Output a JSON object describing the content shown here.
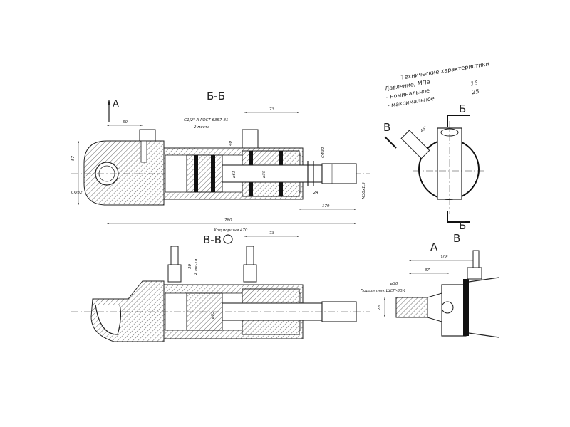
{
  "specs": {
    "title": "Технические характеристики",
    "pressure_label": "Давление, МПа",
    "nominal_label": "- номинальное",
    "nominal_value": "16",
    "max_label": "- максимальное",
    "max_value": "25"
  },
  "section_bb": {
    "title": "Б-Б",
    "view_a_marker": "A",
    "port_note_1": "G1/2\"-A ГОСТ 6357-81",
    "port_note_2": "2 места",
    "dim_60": "60",
    "dim_73": "73",
    "dim_57": "57",
    "dim_40_port": "40",
    "dim_d40_ring": "СФ32",
    "dim_d63": "ø63",
    "dim_d35": "ø35",
    "dim_d32": "СФ32",
    "dim_m30": "М30х1,5",
    "dim_24": "24",
    "dim_179": "179",
    "dim_780": "780"
  },
  "section_vv": {
    "title": "В-В",
    "stroke_note": "Ход поршня 470",
    "dim_73": "73",
    "dim_30": "30",
    "note_2mesta": "2 места",
    "dim_d63": "ø63"
  },
  "side_view": {
    "marker_b": "Б",
    "marker_b2": "Б",
    "marker_v": "В",
    "marker_v2": "В",
    "angle": "45°"
  },
  "view_a": {
    "title": "A",
    "dim_108": "108",
    "dim_37": "37",
    "dim_d30": "ø30",
    "bearing_note": "Подшипник ШСП-30К",
    "dim_28": "28"
  }
}
